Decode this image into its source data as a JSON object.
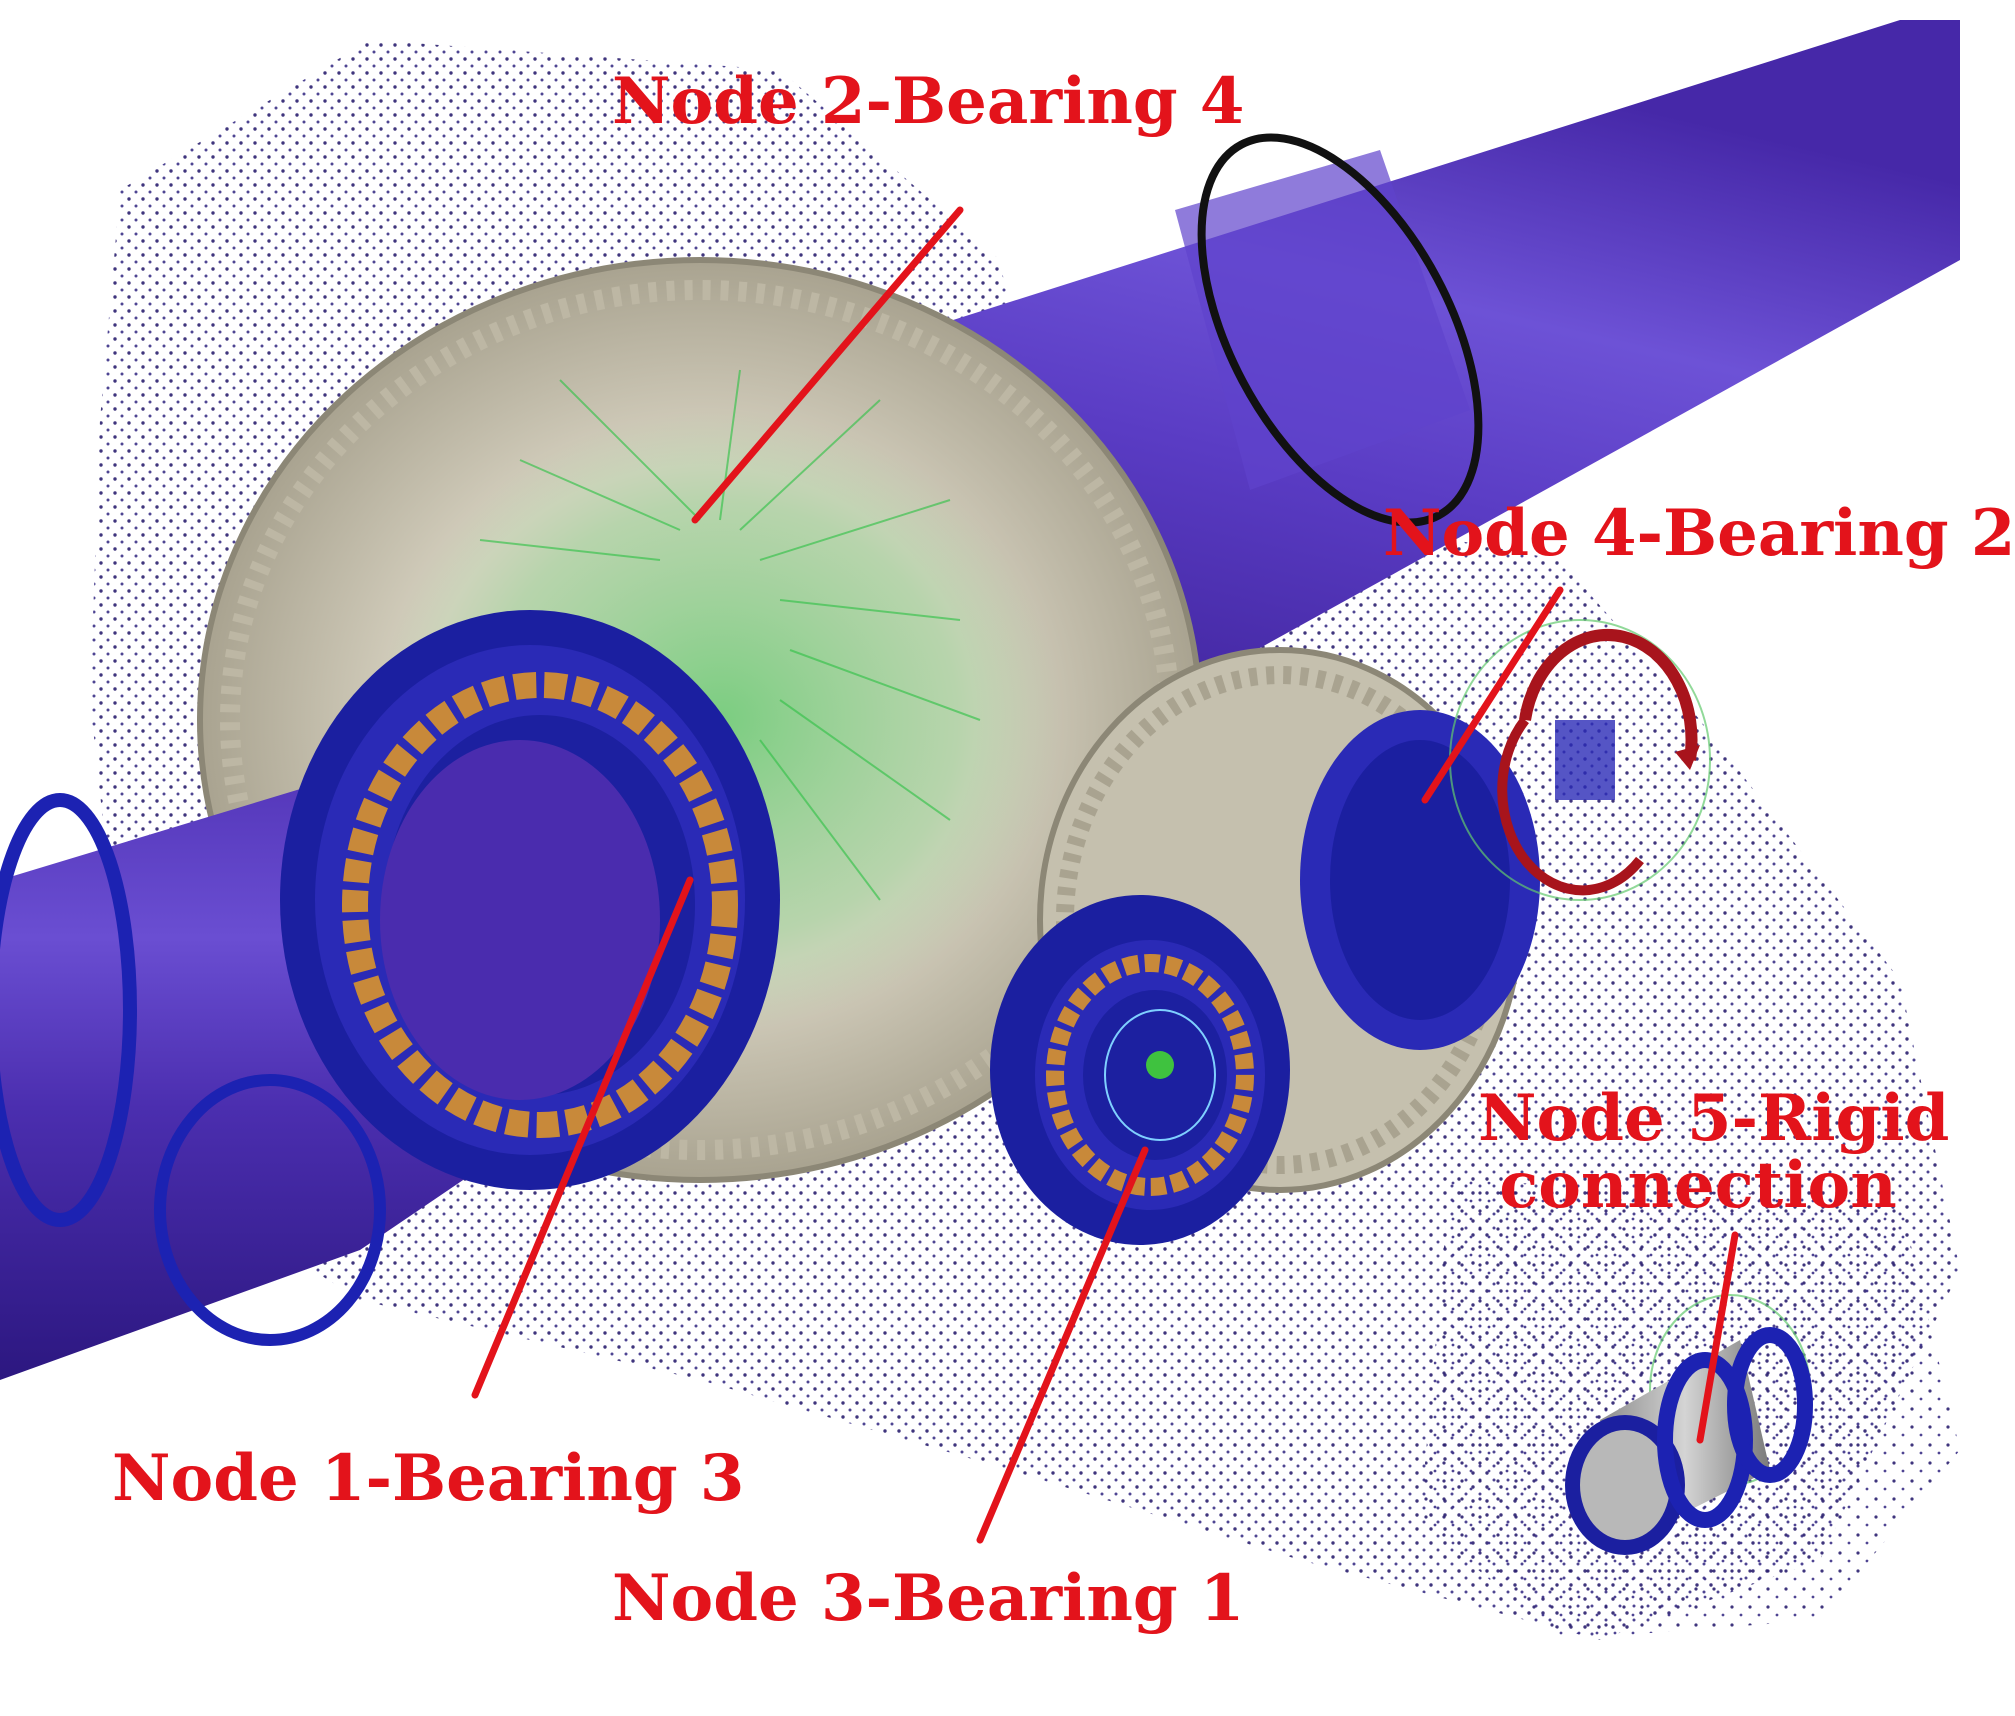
{
  "figure": {
    "labels": {
      "node2": "Node 2-Bearing 4",
      "node4": "Node 4-Bearing 2",
      "node5_line1": "Node 5-Rigid",
      "node5_line2": "connection",
      "node1": "Node 1-Bearing 3",
      "node3": "Node 3-Bearing 1"
    },
    "colors": {
      "shaft": "#4a2aa8",
      "shaft_highlight": "#6a4cd0",
      "gear": "#c9c4b2",
      "bearing_ring": "#1f22a8",
      "rollers": "#c8893a",
      "spring": "#3fc23f",
      "point_cloud": "#2a1f6e",
      "label_red": "#e3131b",
      "rotation_dark_red": "#a8141c"
    }
  }
}
